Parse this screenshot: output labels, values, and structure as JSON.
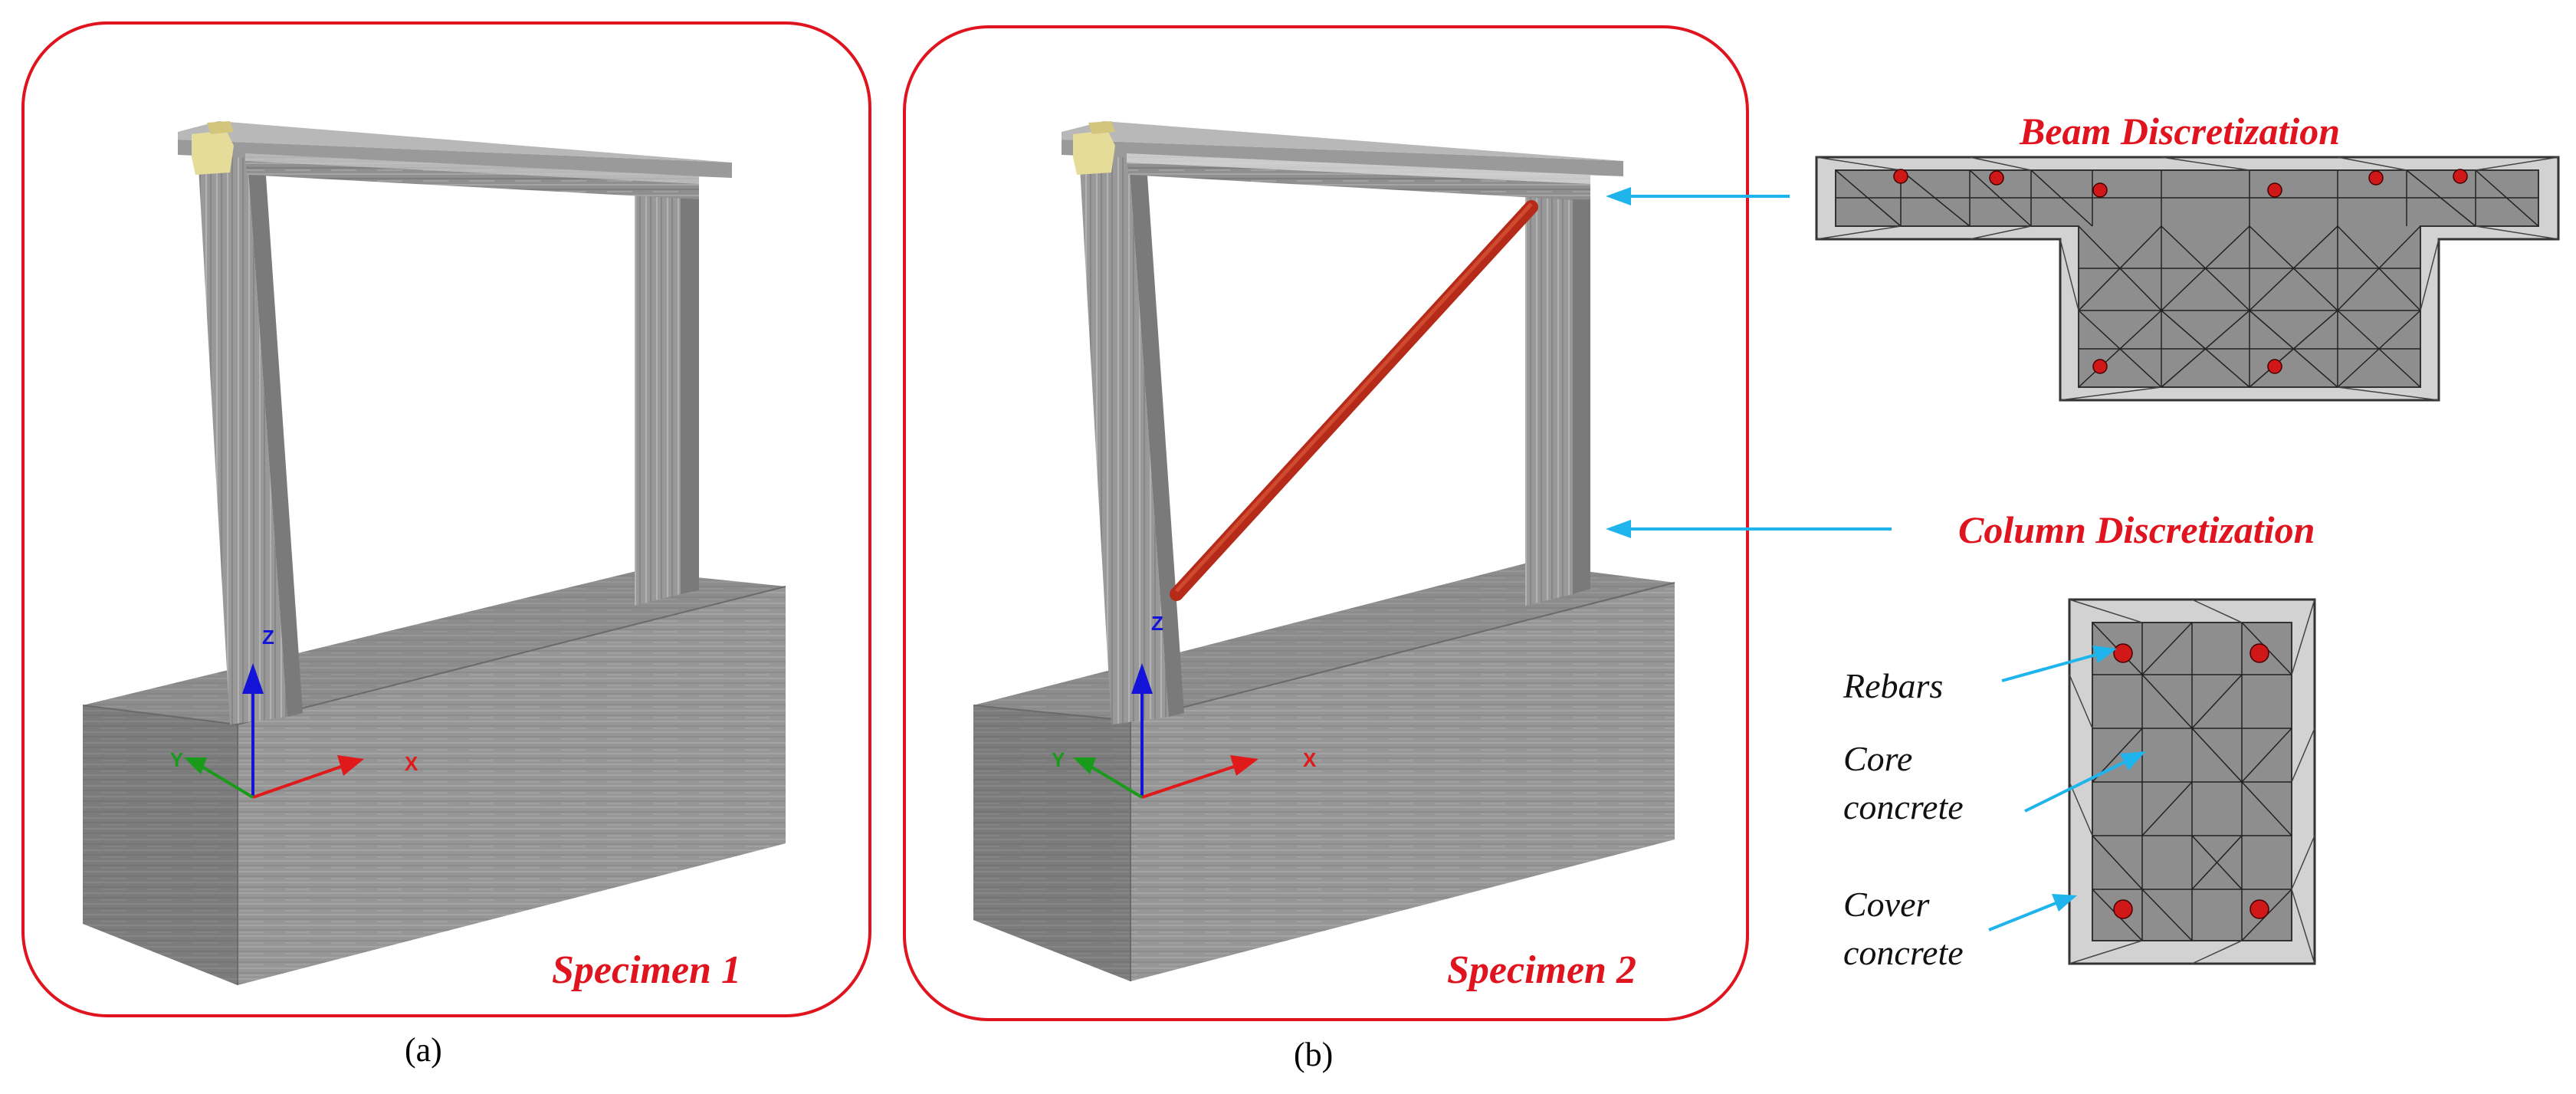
{
  "panels": {
    "a": {
      "caption": "(a)",
      "specimen_label": "Specimen 1"
    },
    "b": {
      "caption": "(b)",
      "specimen_label": "Specimen 2"
    }
  },
  "axes": {
    "x": "X",
    "y": "Y",
    "z": "Z"
  },
  "beam": {
    "title": "Beam Discretization"
  },
  "column": {
    "title": "Column Discretization",
    "labels": {
      "rebars": "Rebars",
      "core_line1": "Core",
      "core_line2": "concrete",
      "cover_line1": "Cover",
      "cover_line2": "concrete"
    }
  },
  "colors": {
    "frame_border": "#e0141e",
    "title_red": "#e0141e",
    "arrow_blue": "#1fb4ec",
    "concrete": "#9c9c9c",
    "brace_red": "#b52a18",
    "mesh_light": "#d4d4d4",
    "mesh_dark": "#8e8e8e",
    "rebar": "#d01818"
  }
}
